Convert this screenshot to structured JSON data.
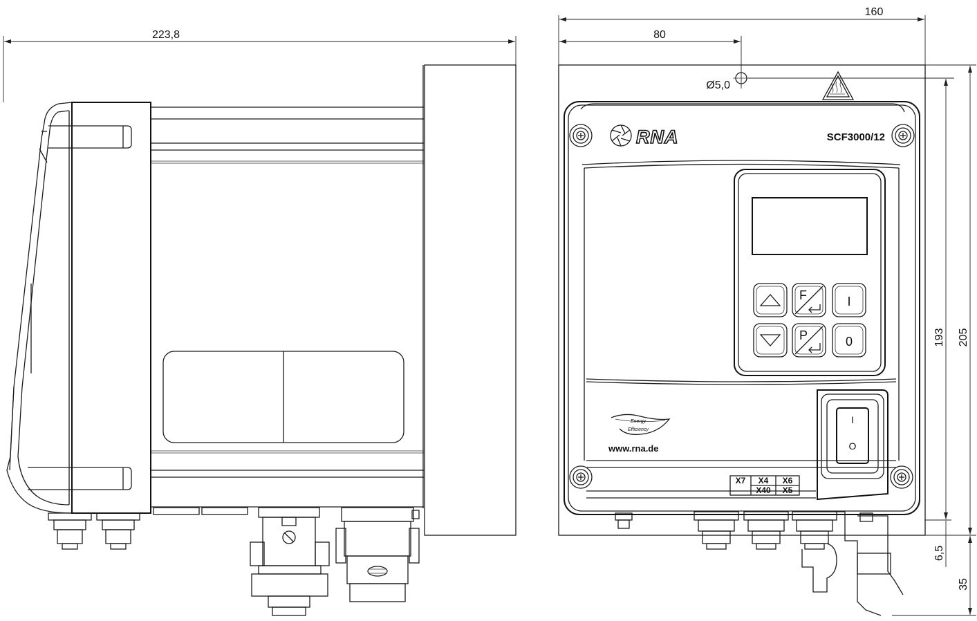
{
  "dimensions": {
    "side_width": "223,8",
    "front_width": "160",
    "front_half": "80",
    "hole_diameter": "Ø5,0",
    "height_inner": "193",
    "height_outer": "205",
    "offset_bottom": "6,5",
    "cable_depth": "35"
  },
  "front_panel": {
    "brand": "RNA",
    "model": "SCF3000/12",
    "website": "www.rna.de",
    "leaf_text_top": "Energy",
    "leaf_text_bottom": "Efficiency",
    "keys": {
      "function": "F",
      "program": "P",
      "on": "I",
      "off": "0"
    },
    "power_switch": {
      "on": "I",
      "off": "O"
    }
  },
  "terminals": {
    "x7": "X7",
    "x4": "X4",
    "x6": "X6",
    "x40": "X40",
    "x5": "X5"
  },
  "colors": {
    "line": "#1a1a1a",
    "background": "#ffffff"
  }
}
